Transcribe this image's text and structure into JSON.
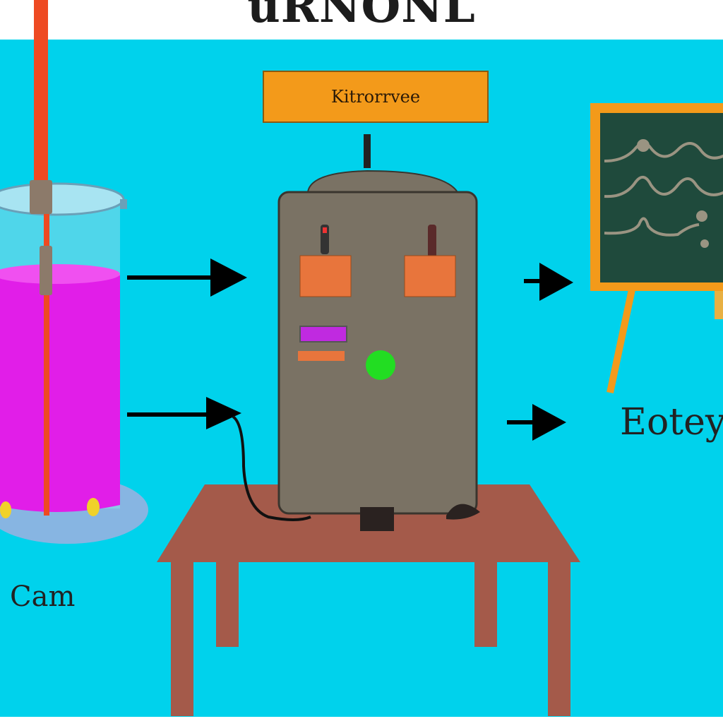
{
  "header": {
    "title": "uRNONL"
  },
  "machine": {
    "label": "Kitrorrvee"
  },
  "captions": {
    "left": "Cam",
    "right": "Eotey"
  },
  "colors": {
    "background": "#00d2ec",
    "liquid": "#e11ee8",
    "machine_body": "#7a7264",
    "table": "#a45a4a",
    "board_frame": "#f39a1a",
    "board_screen": "#1f4a3c",
    "indicator": "#22dd22",
    "rod": "#ee4a22"
  },
  "icons": [
    "arrow-right-icon",
    "chart-board-icon",
    "beaker-icon",
    "machine-icon",
    "table-icon"
  ]
}
